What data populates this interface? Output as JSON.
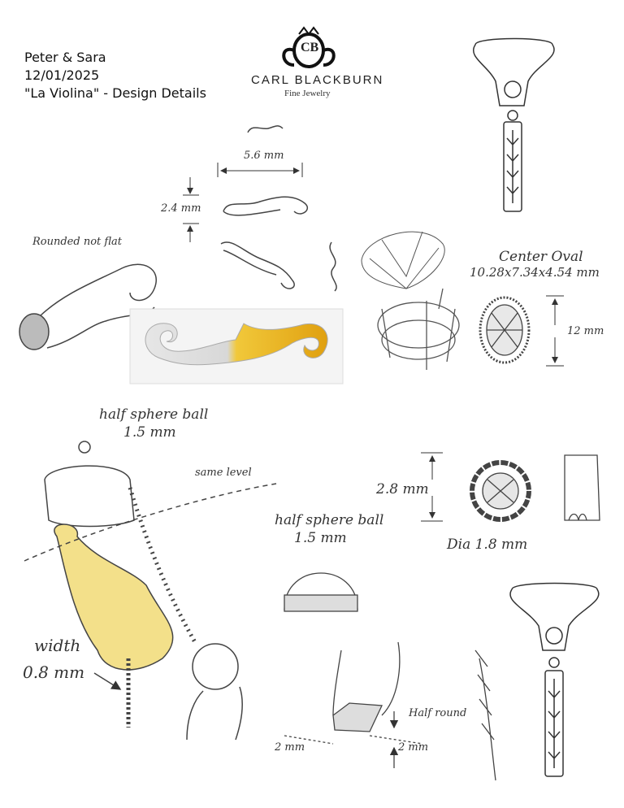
{
  "header": {
    "client": "Peter & Sara",
    "date": "12/01/2025",
    "title": "\"La Violina\" - Design Details"
  },
  "logo": {
    "monogram": "CB",
    "brand": "CARL BLACKBURN",
    "subtitle": "Fine Jewelry"
  },
  "annotations": {
    "scroll_length": "5.6 mm",
    "scroll_height": "2.4 mm",
    "rounded_note": "Rounded not flat",
    "center_stone_label": "Center Oval",
    "center_stone_size": "10.28x7.34x4.54 mm",
    "halo_height": "12 mm",
    "ball_top_label": "half sphere ball",
    "ball_top_size": "1.5 mm",
    "same_level": "same level",
    "side_halo_height": "2.8 mm",
    "ball_mid_label": "half sphere ball",
    "ball_mid_size": "1.5 mm",
    "side_stone_dia": "Dia 1.8 mm",
    "width_label": "width",
    "width_size": "0.8 mm",
    "half_round": "Half round",
    "band_width": "2 mm",
    "band_depth": "2 mm"
  },
  "colors": {
    "gold": "#e8b820",
    "gold_light": "#f3e08a",
    "pencil": "#444444"
  }
}
